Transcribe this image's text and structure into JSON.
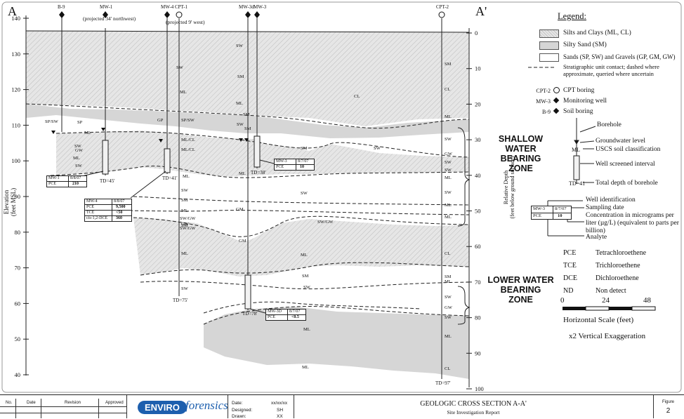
{
  "section": {
    "left_label": "A",
    "right_label": "A'"
  },
  "elevation_axis": {
    "title_line1": "Elevation",
    "title_line2": "(feet MSL)",
    "ticks": [
      "140",
      "130",
      "120",
      "110",
      "100",
      "90",
      "80",
      "70",
      "60",
      "50",
      "40"
    ]
  },
  "depth_axis": {
    "title_line1": "Relative Depth",
    "title_line2": "(feet below ground surface)",
    "ticks": [
      "0",
      "10",
      "20",
      "30",
      "40",
      "50",
      "60",
      "70",
      "80",
      "90",
      "100"
    ]
  },
  "borings": [
    {
      "id": "B-9",
      "note": ""
    },
    {
      "id": "MW-1",
      "note": "(projected 34' northwest)"
    },
    {
      "id": "MW-4",
      "note": ""
    },
    {
      "id": "CPT-1",
      "note": "(projected 9' west)"
    },
    {
      "id": "MW-3d",
      "note": ""
    },
    {
      "id": "MW-3",
      "note": ""
    },
    {
      "id": "CPT-2",
      "note": ""
    }
  ],
  "total_depths": [
    "TD=45'",
    "TD=41'",
    "TD=75'",
    "TD=38'",
    "TD=78'",
    "TD=97'"
  ],
  "soil_labels": {
    "left": [
      "SP/SW",
      "SP",
      "GP",
      "SP/SW",
      "ML",
      "SW",
      "GW",
      "ML",
      "SW",
      "SW",
      "ML",
      "ML/CL",
      "ML/CL",
      "ML",
      "SW",
      "SM",
      "ML",
      "GW",
      "SW/GW",
      "SM",
      "SW/GW",
      "ML",
      "SW"
    ],
    "middle": [
      "SW",
      "SM",
      "ML",
      "SM",
      "SW",
      "SM",
      "SM",
      "ML",
      "SW",
      "GM",
      "SW/GW",
      "GM",
      "ML",
      "SM",
      "SW",
      "ML",
      "ML",
      "CL",
      "SW"
    ],
    "cpt2": [
      "SM",
      "CL",
      "ML",
      "SW",
      "GW",
      "SW",
      "SW",
      "ML",
      "SW",
      "ML",
      "ML",
      "CL",
      "SM",
      "ML",
      "SW",
      "GW",
      "SW",
      "ML",
      "CL"
    ]
  },
  "callouts": [
    {
      "well": "MW-1",
      "date": "8/8/07",
      "rows": [
        {
          "analyte": "PCE",
          "value": "210"
        }
      ]
    },
    {
      "well": "MW-4",
      "date": "8/8/07",
      "rows": [
        {
          "analyte": "PCE",
          "value": "9,500"
        },
        {
          "analyte": "TCE",
          "value": "<50"
        },
        {
          "analyte": "cis-1,2-DCE",
          "value": "360"
        }
      ]
    },
    {
      "well": "MW-3",
      "date": "8/7/07",
      "rows": [
        {
          "analyte": "PCE",
          "value": "10"
        }
      ]
    },
    {
      "well": "MW-3D",
      "date": "8/7/07",
      "rows": [
        {
          "analyte": "PCE",
          "value": "<0.5"
        }
      ]
    }
  ],
  "zones": {
    "shallow": "SHALLOW WATER BEARING ZONE",
    "lower": "LOWER WATER BEARING ZONE"
  },
  "legend": {
    "title": "Legend:",
    "units": [
      "Silts and Clays (ML, CL)",
      "Silty Sand (SM)",
      "Sands (SP, SW) and Gravels (GP, GM, GW)"
    ],
    "contact": "Stratigraphic unit contact; dashed where approximate, queried where uncertain",
    "symbols": [
      {
        "label": "CPT-2",
        "text": "CPT boring"
      },
      {
        "label": "MW-3",
        "text": "Monitoring well"
      },
      {
        "label": "B-9",
        "text": "Soil boring"
      }
    ],
    "borehole": {
      "borehole": "Borehole",
      "gw": "Groundwater level",
      "ml": "ML",
      "uscs": "USCS soil classification",
      "screen": "Well screened interval",
      "td": "TD=41",
      "td_text": "Total depth of borehole"
    },
    "callout_key": {
      "well": "MW-3",
      "date": "8/7/07",
      "analyte": "PCE",
      "value": "10",
      "id": "Well identification",
      "sampling": "Sampling date",
      "conc": "Concentration in micrograms per liter (µg/L) (equivalent to parts per billion)",
      "analyte_text": "Analyte"
    },
    "abbrev": [
      {
        "k": "PCE",
        "v": "Tetrachloroethene"
      },
      {
        "k": "TCE",
        "v": "Trichloroethene"
      },
      {
        "k": "DCE",
        "v": "Dichloroethene"
      },
      {
        "k": "ND",
        "v": "Non detect"
      }
    ],
    "scale_ticks": [
      "0",
      "24",
      "48"
    ],
    "scale_title": "Horizontal Scale (feet)",
    "exaggeration": "x2 Vertical Exaggeration"
  },
  "titleblock": {
    "headers": [
      "No.",
      "Date",
      "Revision",
      "Approved"
    ],
    "logo_a": "ENVIRO",
    "logo_b": "forensics",
    "date_label": "Date:",
    "date_value": "xx/xx/xx",
    "designed_label": "Designed:",
    "designed_value": "SH",
    "drawn_label": "Drawn:",
    "drawn_value": "XX",
    "title": "GEOLOGIC CROSS SECTION A-A'",
    "subtitle": "Site Investigation Report",
    "figure_label": "Figure",
    "figure_value": "2"
  },
  "colors": {
    "silt": "#e8e8e8",
    "silty_sand": "#d3d3d3",
    "sand": "#ffffff",
    "logo": "#1d5fae"
  }
}
